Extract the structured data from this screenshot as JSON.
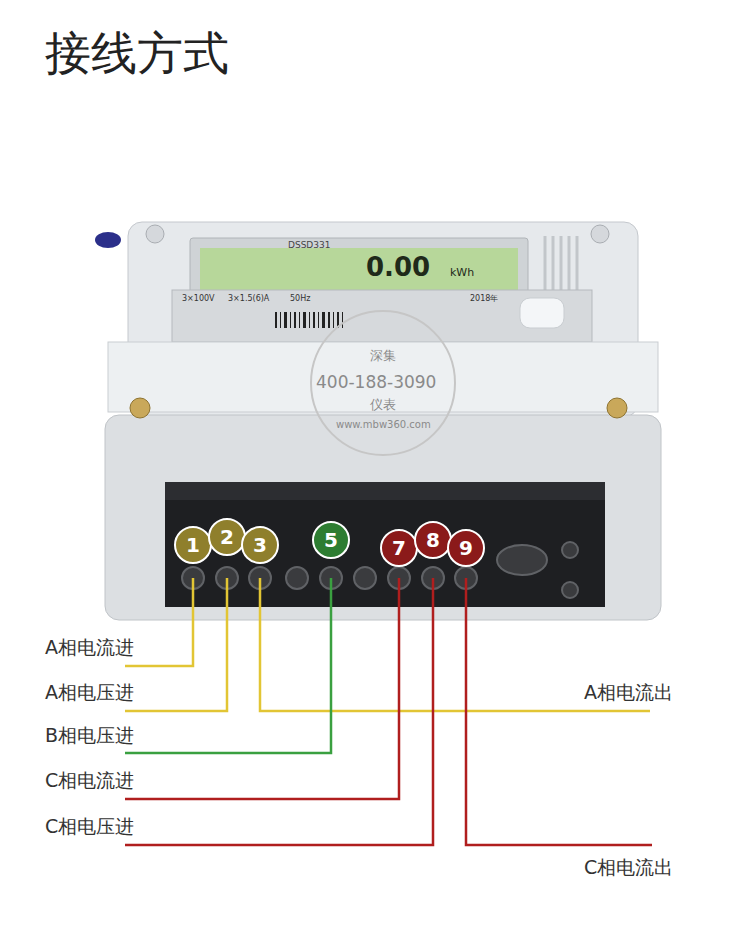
{
  "diagram": {
    "title": "接线方式",
    "nodes": [
      {
        "text": [
          "1"
        ]
      },
      {
        "text": [
          "2"
        ]
      },
      {
        "text": [
          "3"
        ]
      },
      {
        "text": [
          "5"
        ]
      },
      {
        "text": [
          "7"
        ]
      },
      {
        "text": [
          "8"
        ]
      },
      {
        "text": [
          "9"
        ]
      }
    ],
    "labels": [
      "DSSD331",
      "0.00",
      "kWh",
      "3×100V",
      "3×1.5(6)A",
      "50Hz",
      "2018年",
      "深集",
      "400-188-3090",
      "仪表",
      "www.mbw360.com",
      "A相电流进",
      "A相电压进",
      "B相电压进",
      "C相电流进",
      "C相电压进",
      "A相电流出",
      "C相电流出"
    ]
  }
}
